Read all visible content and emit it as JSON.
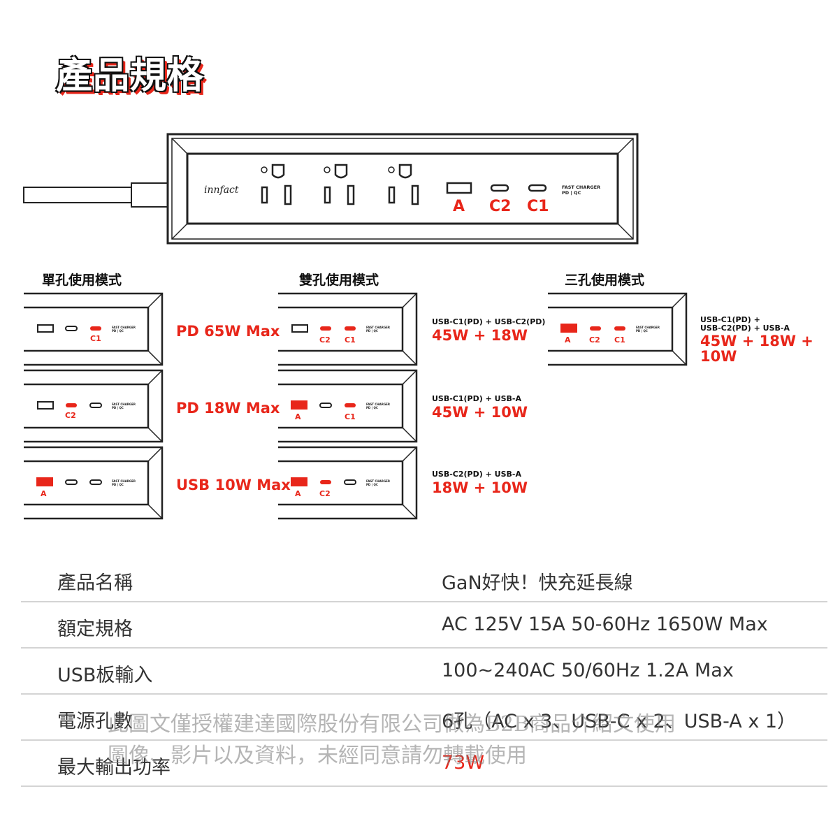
{
  "page_title": "產品規格",
  "product": {
    "brand": "innfact",
    "fast_charger_line1": "FAST CHARGER",
    "fast_charger_line2": "PD | QC",
    "port_labels": {
      "a": "A",
      "c2": "C2",
      "c1": "C1"
    }
  },
  "modes": {
    "single": {
      "heading": "單孔使用模式",
      "rows": [
        {
          "output": "PD 65W Max"
        },
        {
          "output": "PD 18W Max"
        },
        {
          "output": "USB 10W Max"
        }
      ]
    },
    "dual": {
      "heading": "雙孔使用模式",
      "rows": [
        {
          "combo": "USB-C1(PD) + USB-C2(PD)",
          "power": "45W + 18W"
        },
        {
          "combo": "USB-C1(PD) + USB-A",
          "power": "45W + 10W"
        },
        {
          "combo": "USB-C2(PD) + USB-A",
          "power": "18W + 10W"
        }
      ]
    },
    "triple": {
      "heading": "三孔使用模式",
      "combo_line1": "USB-C1(PD) +",
      "combo_line2": "USB-C2(PD) + USB-A",
      "power": "45W + 18W + 10W"
    }
  },
  "specs": [
    {
      "label": "產品名稱",
      "value": "GaN好快！快充延長線"
    },
    {
      "label": "額定規格",
      "value": "AC 125V 15A 50-60Hz 1650W Max"
    },
    {
      "label": "USB板輸入",
      "value": "100~240AC 50/60Hz 1.2A Max"
    },
    {
      "label": "電源孔數",
      "value": "6孔（AC x 3、USB-C x 2、USB-A x 1）"
    },
    {
      "label": "最大輸出功率",
      "value": "73W"
    }
  ],
  "watermark": {
    "line1": "此圖文僅授權建達國際股份有限公司做為B2B商品介紹文使用",
    "line2": "圖像、影片以及資料，未經同意請勿轉載使用"
  },
  "colors": {
    "accent": "#e8261a",
    "text": "#333333",
    "divider": "#d4d4d4"
  }
}
